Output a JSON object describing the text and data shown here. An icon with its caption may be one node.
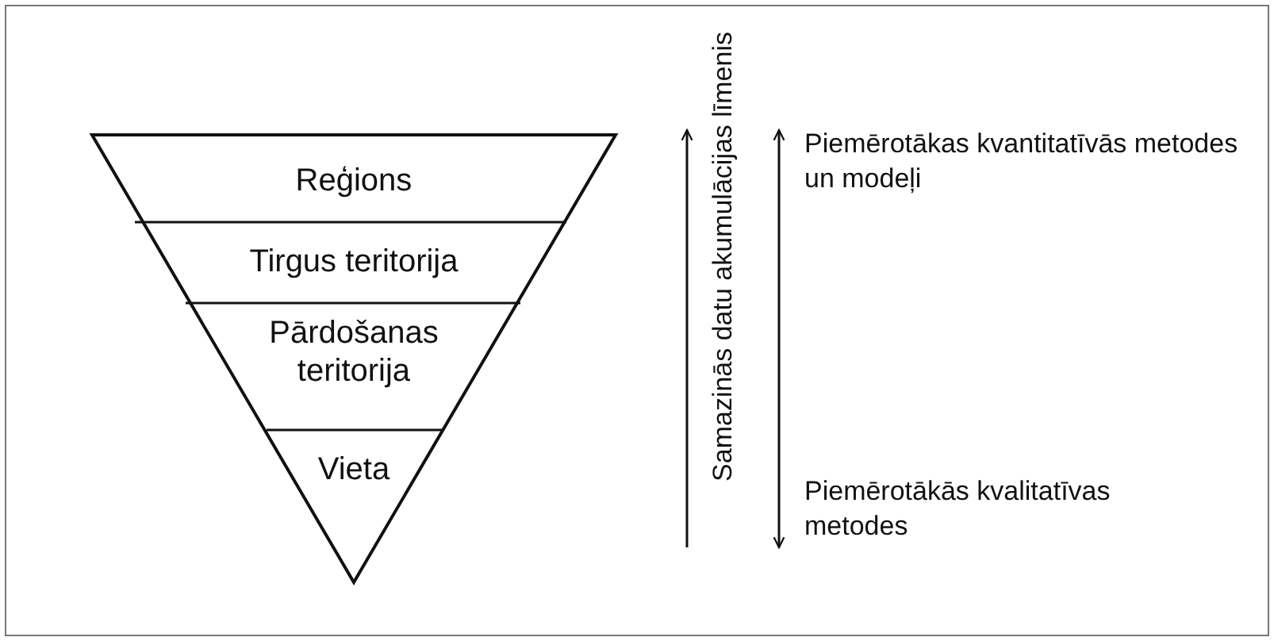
{
  "diagram": {
    "nodes": [
      {
        "text": [
          "Reģions"
        ]
      },
      {
        "text": [
          "Tirgus teritorija"
        ]
      },
      {
        "text": [
          "Pārdošanas teritorija"
        ]
      },
      {
        "text": [
          "Vieta"
        ]
      }
    ],
    "labels": [
      "Samazinās datu akumulācijas līmenis",
      "Piemērotākas kvantitatīvās metodes un modeļi",
      "Piemērotākās kvalitatīvas metodes"
    ]
  }
}
